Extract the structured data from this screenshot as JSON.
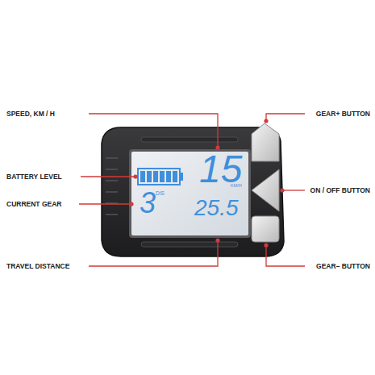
{
  "diagram": {
    "nodes": [
      {
        "text": [
          "15",
          "KM/H",
          "DIS",
          "3",
          "25.5"
        ]
      }
    ],
    "labels": [
      "SPEED, KM / H",
      "BATTERY LEVEL",
      "CURRENT GEAR",
      "TRAVEL DISTANCE",
      "GEAR+ BUTTON",
      "ON / OFF BUTTON",
      "GEAR– BUTTON"
    ]
  }
}
